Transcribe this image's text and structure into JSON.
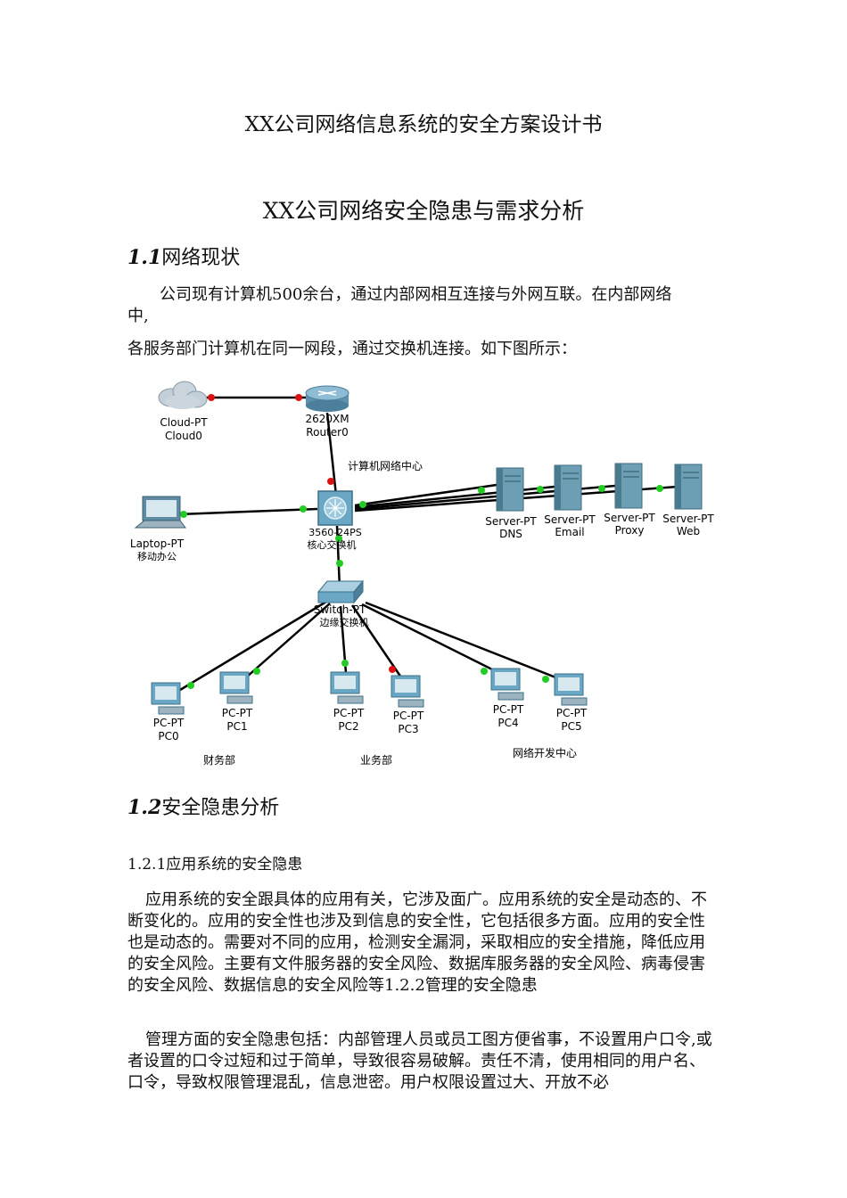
{
  "doc": {
    "title": "XX公司网络信息系统的安全方案设计书",
    "subtitle": "XX公司网络安全隐患与需求分析",
    "section_1_1": {
      "number": "1.1",
      "label": "网络现状"
    },
    "para_1_line1": "公司现有计算机500余台，通过内部网相互连接与外网互联。在内部网络",
    "para_1_line2": "中,",
    "para_1_line3": "各服务部门计算机在同一网段，通过交换机连接。如下图所示：",
    "section_1_2": {
      "number": "1.2",
      "label": "安全隐患分析"
    },
    "subsection_1_2_1": "1.2.1应用系统的安全隐患",
    "para_2": "应用系统的安全跟具体的应用有关，它涉及面广。应用系统的安全是动态的、不断变化的。应用的安全性也涉及到信息的安全性，它包括很多方面。应用的安全性也是动态的。需要对不同的应用，检测安全漏洞，采取相应的安全措施，降低应用的安全风险。主要有文件服务器的安全风险、数据库服务器的安全风险、病毒侵害的安全风险、数据信息的安全风险等1.2.2管理的安全隐患",
    "para_3": "管理方面的安全隐患包括：内部管理人员或员工图方便省事，不设置用户口令,或者设置的口令过短和过于简单，导致很容易破解。责任不清，使用相同的用户名、口令，导致权限管理混乱，信息泄密。用户权限设置过大、开放不必"
  },
  "diagram": {
    "cloud": {
      "type": "Cloud-PT",
      "name": "Cloud0"
    },
    "router": {
      "type": "2620XM",
      "name": "Router0"
    },
    "core_label": "计算机网络中心",
    "core_switch": {
      "type": "3560-24PS",
      "name": "核心交换机"
    },
    "laptop": {
      "type": "Laptop-PT",
      "name": "移动办公"
    },
    "servers": [
      {
        "type": "Server-PT",
        "name": "DNS"
      },
      {
        "type": "Server-PT",
        "name": "Email"
      },
      {
        "type": "Server-PT",
        "name": "Proxy"
      },
      {
        "type": "Server-PT",
        "name": "Web"
      }
    ],
    "edge_switch": {
      "type": "Switch-PT",
      "name": "边缘交换机"
    },
    "pcs": [
      {
        "type": "PC-PT",
        "name": "PC0"
      },
      {
        "type": "PC-PT",
        "name": "PC1"
      },
      {
        "type": "PC-PT",
        "name": "PC2"
      },
      {
        "type": "PC-PT",
        "name": "PC3"
      },
      {
        "type": "PC-PT",
        "name": "PC4"
      },
      {
        "type": "PC-PT",
        "name": "PC5"
      }
    ],
    "departments": [
      "财务部",
      "业务部",
      "网络开发中心"
    ],
    "colors": {
      "link_up": "#22cc22",
      "link_down": "#dd1111",
      "device": "#6aa7c4",
      "server": "#5d8fa3"
    }
  }
}
